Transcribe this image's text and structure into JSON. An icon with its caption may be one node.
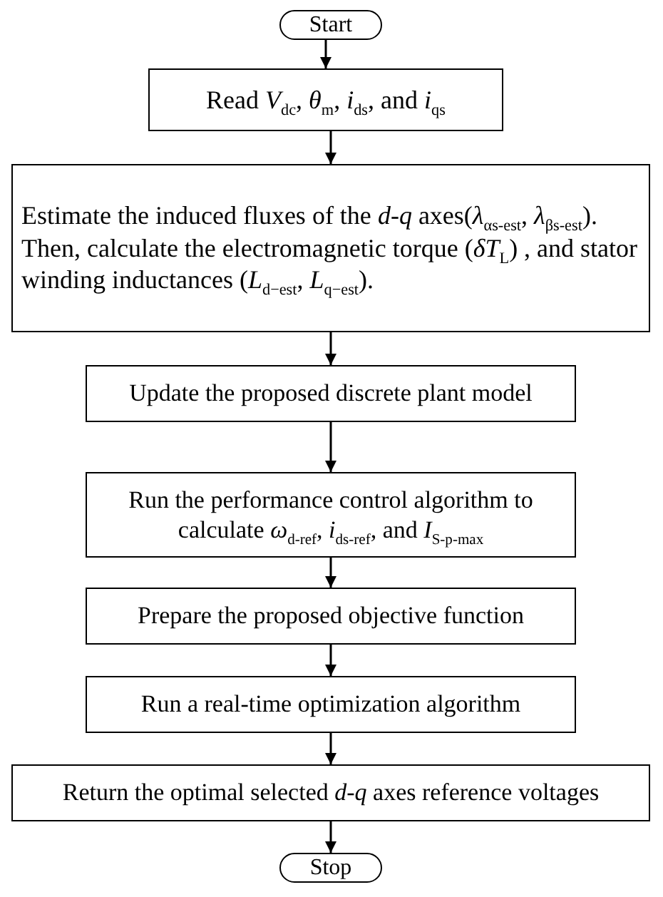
{
  "diagram": {
    "nodes": [
      {
        "text": [
          "Start"
        ]
      },
      {
        "text": [
          "Read *V*$_{dc}$, *θ*$_{m}$, *i*$_{ds}$, and *i*$_{qs}$"
        ]
      },
      {
        "text": [
          "Estimate the induced fluxes of the *d*-*q* axes(*λ*$_{αs-est}$, *λ*$_{βs-est}$). Then, calculate the electromagnetic torque (*δT*$_{L}$) , and stator winding inductances (*L*$_{d−est}$, *L*$_{q−est}$)."
        ]
      },
      {
        "text": [
          "Update the proposed discrete plant model"
        ]
      },
      {
        "text": [
          "Run the performance control algorithm to calculate *ω*$_{d-ref}$, *i*$_{ds-ref}$, and *I*$_{S-p-max}$"
        ]
      },
      {
        "text": [
          "Prepare the proposed objective function"
        ]
      },
      {
        "text": [
          "Run a real-time optimization algorithm"
        ]
      },
      {
        "text": [
          "Return the optimal selected *d*-*q* axes reference voltages"
        ]
      },
      {
        "text": [
          "Stop"
        ]
      }
    ],
    "edges": [
      {
        "from": 0,
        "to": 1,
        "arrow": "to"
      },
      {
        "from": 1,
        "to": 2,
        "arrow": "to"
      },
      {
        "from": 2,
        "to": 3,
        "arrow": "to"
      },
      {
        "from": 3,
        "to": 4,
        "arrow": "to"
      },
      {
        "from": 4,
        "to": 5,
        "arrow": "to"
      },
      {
        "from": 5,
        "to": 6,
        "arrow": "to"
      },
      {
        "from": 6,
        "to": 7,
        "arrow": "to"
      },
      {
        "from": 7,
        "to": 8,
        "arrow": "to"
      }
    ]
  }
}
